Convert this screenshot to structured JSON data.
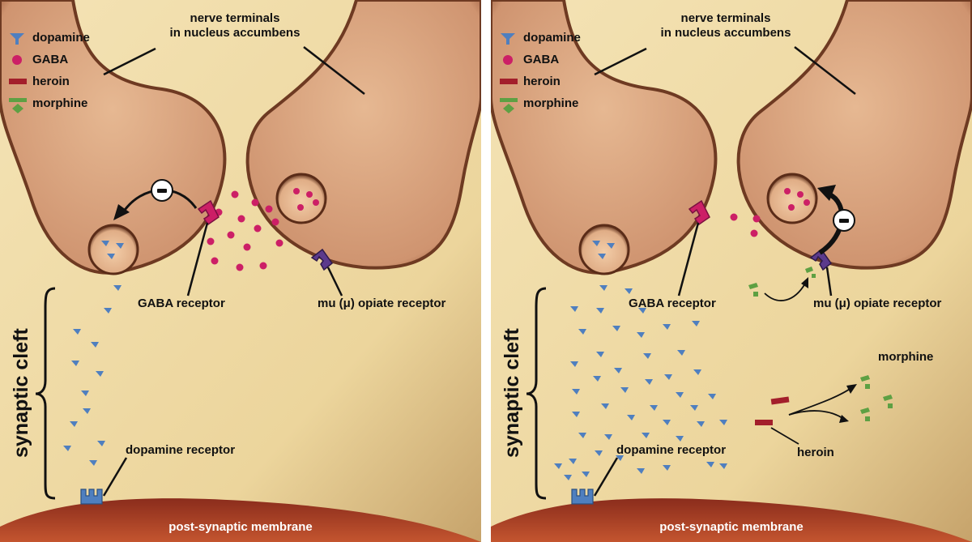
{
  "colors": {
    "background": "#f0dca6",
    "terminal": "#d9a57f",
    "terminal_edge": "#6e3a22",
    "dopamine": "#4f7fbf",
    "gaba": "#cc1f66",
    "heroin": "#a31f2b",
    "morphine": "#5ea043",
    "mu_receptor": "#5b3a8c",
    "gaba_receptor": "#cc1f66",
    "membrane": "#a8442a"
  },
  "legend": {
    "dopamine": "dopamine",
    "gaba": "GABA",
    "heroin": "heroin",
    "morphine": "morphine"
  },
  "left_panel": {
    "terminals_label_line1": "nerve terminals",
    "terminals_label_line2": "in nucleus accumbens",
    "gaba_receptor_label": "GABA receptor",
    "mu_receptor_label": "mu (μ) opiate receptor",
    "synaptic_cleft_label": "synaptic cleft",
    "dopamine_receptor_label": "dopamine receptor",
    "membrane_label": "post-synaptic membrane",
    "inhibition_symbol": "−"
  },
  "right_panel": {
    "terminals_label_line1": "nerve terminals",
    "terminals_label_line2": "in nucleus accumbens",
    "gaba_receptor_label": "GABA receptor",
    "mu_receptor_label": "mu (μ) opiate receptor",
    "synaptic_cleft_label": "synaptic cleft",
    "dopamine_receptor_label": "dopamine receptor",
    "morphine_label": "morphine",
    "heroin_label": "heroin",
    "membrane_label": "post-synaptic membrane",
    "inhibition_symbol": "−"
  }
}
